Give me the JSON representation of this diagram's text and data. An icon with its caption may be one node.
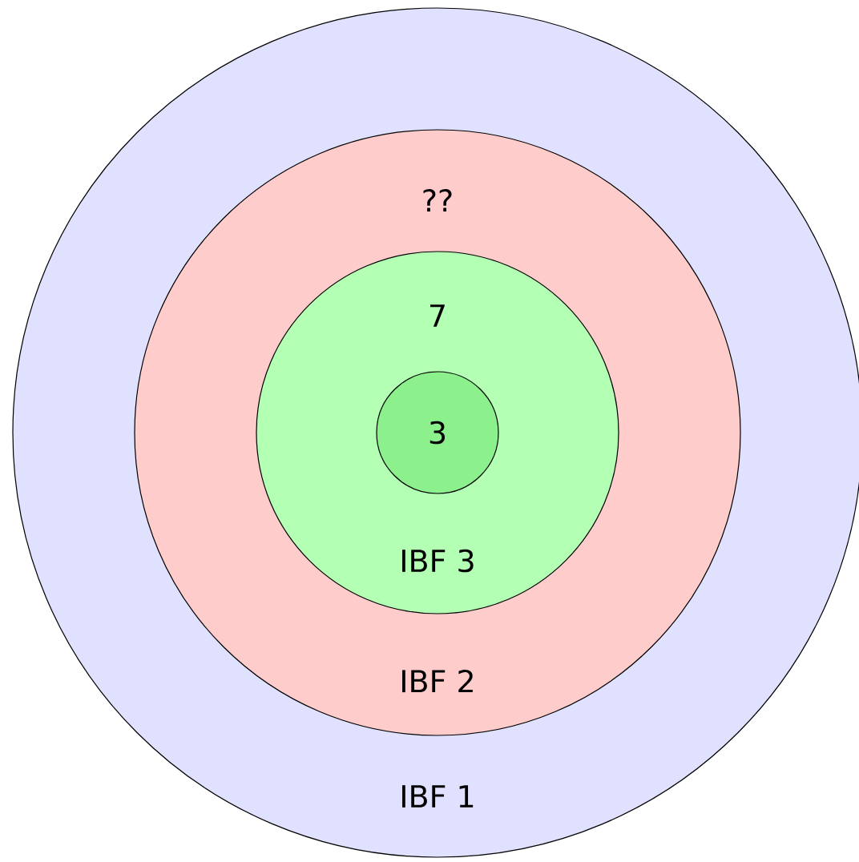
{
  "diagram": {
    "nodes": [
      {
        "text": [
          "IBF 1"
        ]
      },
      {
        "text": [
          "??",
          "IBF 2"
        ],
        "in": 0
      },
      {
        "text": [
          "7",
          "IBF 3"
        ],
        "in": 1
      },
      {
        "text": [
          "3"
        ],
        "in": 2
      }
    ]
  }
}
